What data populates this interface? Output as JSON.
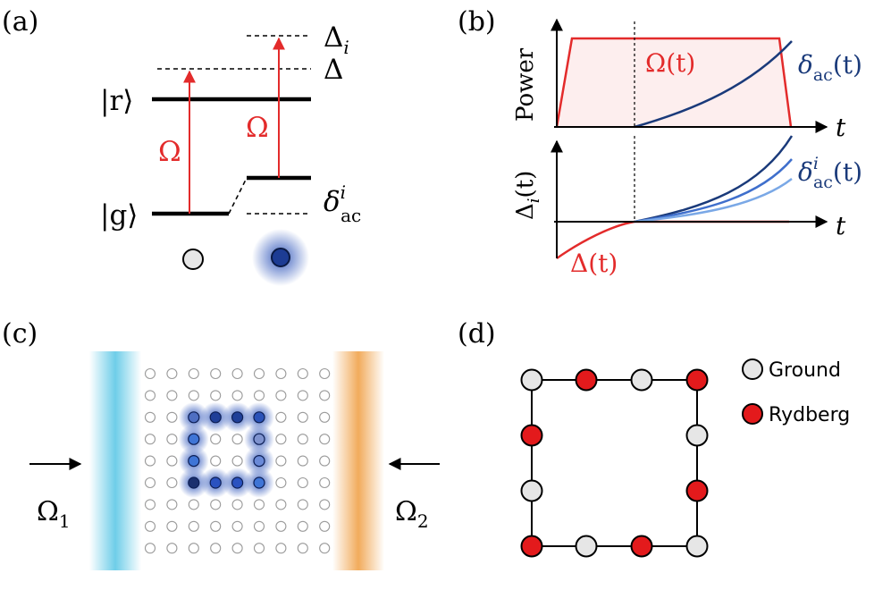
{
  "panels": {
    "a": {
      "label": "(a)",
      "ket_r": "|r⟩",
      "ket_g": "|g⟩",
      "omega_left": "Ω",
      "omega_right": "Ω",
      "delta": "Δ",
      "delta_i": "Δ",
      "delta_i_sub": "i",
      "delta_ac": "δ",
      "delta_ac_sup": "i",
      "delta_ac_sub": "ac"
    },
    "b": {
      "label": "(b)",
      "top_ylabel": "Power",
      "top_xlabel": "t",
      "omega_t": "Ω(t)",
      "dac_t_sym": "δ",
      "dac_t_sub": "ac",
      "dac_t_arg": "(t)",
      "bottom_ylabel_sym": "Δ",
      "bottom_ylabel_sub": "i",
      "bottom_ylabel_arg": "(t)",
      "bottom_xlabel": "t",
      "dac_i_sym": "δ",
      "dac_i_sup": "i",
      "dac_i_sub": "ac",
      "dac_i_arg": "(t)",
      "delta_t": "Δ(t)"
    },
    "c": {
      "label": "(c)",
      "omega1": "Ω",
      "omega1_sub": "1",
      "omega2": "Ω",
      "omega2_sub": "2",
      "grid_size": 9
    },
    "d": {
      "label": "(d)",
      "legend_ground": "Ground",
      "legend_rydberg": "Rydberg"
    }
  },
  "colors": {
    "red": "#e32b2b",
    "navy": "#1a3a7a",
    "blue_mid": "#3f6fcc",
    "blue_light": "#7aa8e6",
    "ground_fill": "#e6e6e6",
    "rydberg_fill": "#e31a1c",
    "beam_left": "#5ec8e6",
    "beam_right": "#f0a24a"
  }
}
